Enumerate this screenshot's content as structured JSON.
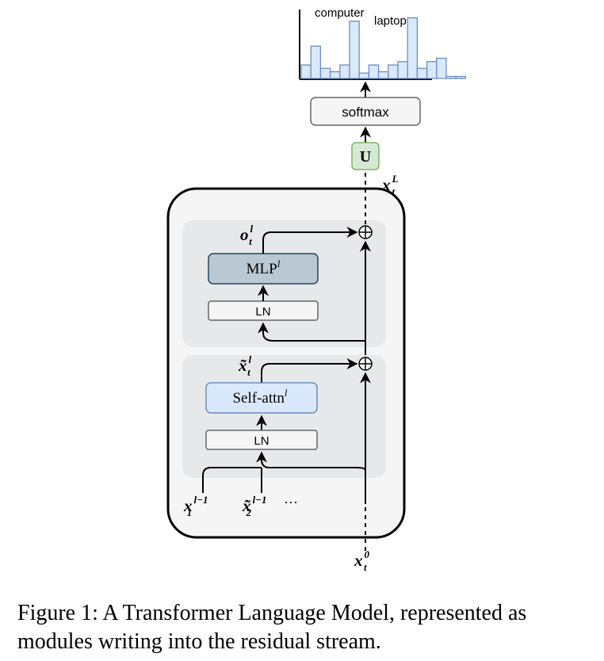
{
  "chart_data": {
    "type": "bar",
    "categories": [
      "",
      "",
      "",
      "",
      "",
      "computer",
      "",
      "",
      "",
      "",
      "",
      "laptop",
      "",
      "",
      "",
      "",
      ""
    ],
    "values": [
      2,
      4.8,
      1.5,
      1.0,
      2.0,
      8.5,
      0.8,
      2.0,
      1.0,
      2.0,
      2.5,
      9.0,
      1.5,
      2.5,
      3.0,
      0.3,
      0.3
    ],
    "title": "",
    "xlabel": "",
    "ylabel": "",
    "ylim": [
      0,
      10
    ],
    "grid": false,
    "colors": {
      "fill": "#dae8fc",
      "stroke": "#6c8ebf"
    }
  },
  "top": {
    "word_computer": "computer",
    "word_laptop": "laptop",
    "softmax_label": "softmax",
    "unembed_label": "U"
  },
  "block": {
    "mlp_label": "MLP",
    "mlp_sup": "l",
    "attn_label": "Self-attn",
    "attn_sup": "l",
    "ln_top": "LN",
    "ln_bottom": "LN",
    "plus_symbol": "⊕"
  },
  "vars": {
    "x_out": {
      "base": "x",
      "sup": "L",
      "sub": "t"
    },
    "o_out": {
      "base": "o",
      "sup": "l",
      "sub": "t"
    },
    "x_tilde": {
      "base": "x̃",
      "sup": "l",
      "sub": "t"
    },
    "x_in1": {
      "base": "x",
      "sup": "l−1",
      "sub": "1"
    },
    "x_in2": {
      "base": "x̃",
      "sup": "l−1",
      "sub": "2"
    },
    "ellipsis": "···",
    "x_res": {
      "base": "x",
      "sup": "0",
      "sub": "t"
    }
  },
  "caption": "Figure 1: A Transformer Language Model, represented as modules writing into the residual stream.",
  "colors": {
    "block_outer_fill": "#f5f5f5",
    "sub_block_fill": "#e6e8ea",
    "mlp_fill": "#bac8d3",
    "mlp_stroke": "#23445d",
    "attn_fill": "#dae8fc",
    "attn_stroke": "#6c8ebf",
    "u_fill": "#d5e8d4",
    "u_stroke": "#82b366"
  }
}
